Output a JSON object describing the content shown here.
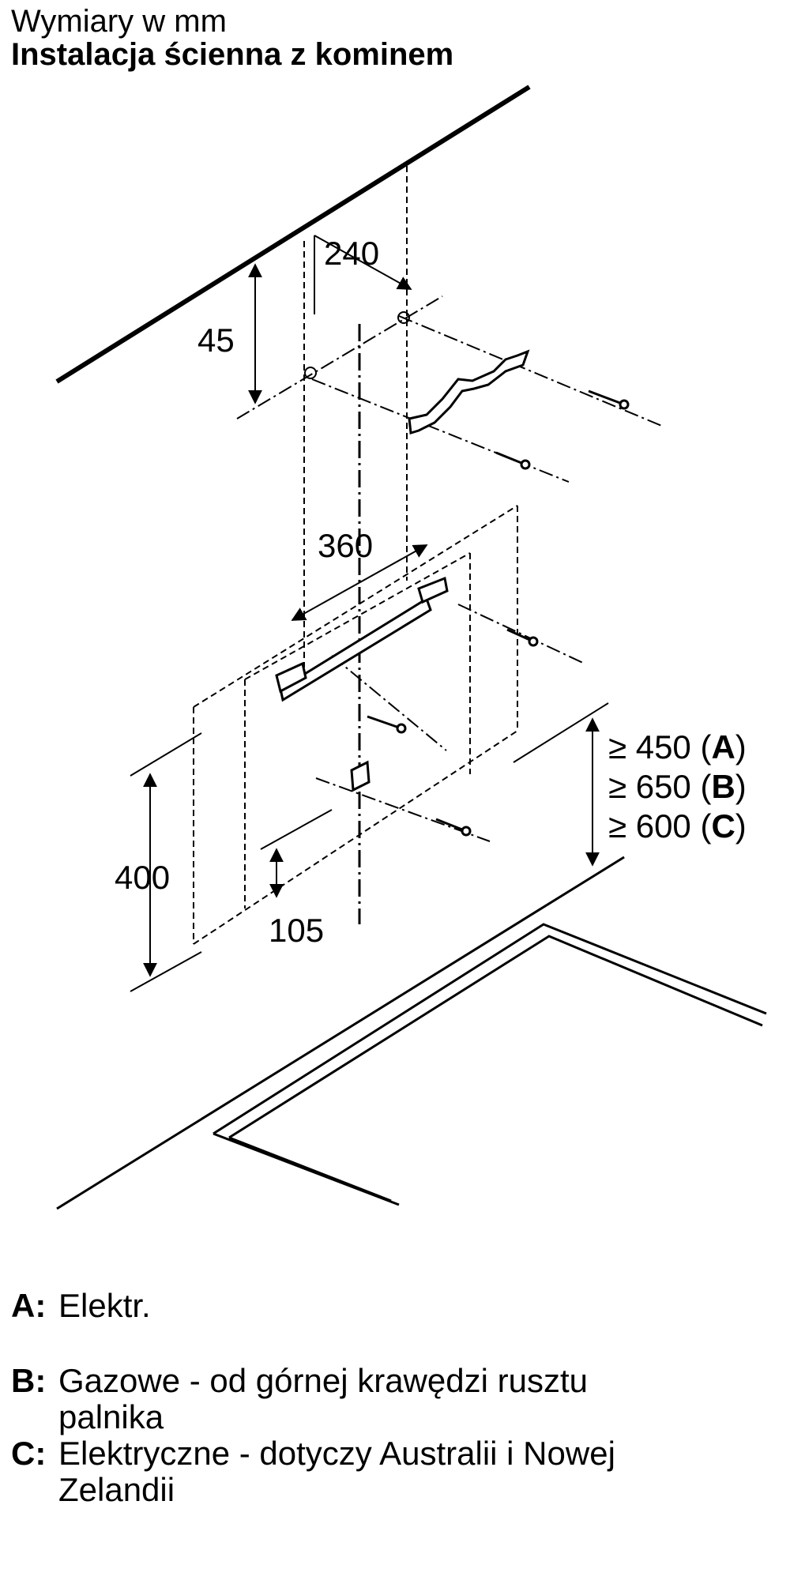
{
  "header": {
    "units": "Wymiary w mm",
    "title": "Instalacja ścienna z kominem"
  },
  "dimensions": {
    "d240": "240",
    "d45": "45",
    "d360": "360",
    "d400": "400",
    "d105": "105"
  },
  "clearances": [
    {
      "prefix": "≥ 450 (",
      "key": "A",
      "suffix": ")"
    },
    {
      "prefix": "≥ 650 (",
      "key": "B",
      "suffix": ")"
    },
    {
      "prefix": "≥ 600 (",
      "key": "C",
      "suffix": ")"
    }
  ],
  "legend": [
    {
      "key": "A:",
      "text": "Elektr."
    },
    {
      "key": "B:",
      "text": "Gazowe - od górnej krawędzi rusztu palnika"
    },
    {
      "key": "C:",
      "text": "Elektryczne - dotyczy Australii i Nowej Zelandii"
    }
  ]
}
